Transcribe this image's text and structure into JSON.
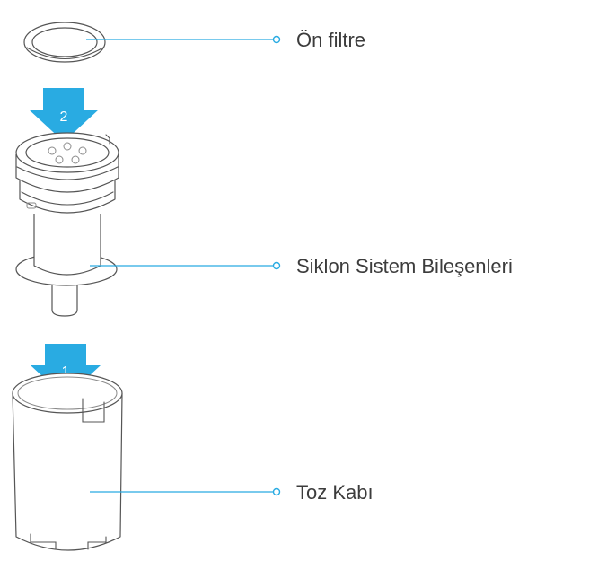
{
  "colors": {
    "accent": "#29abe2",
    "outline": "#555555",
    "label": "#3c3c3c"
  },
  "callouts": {
    "pre_filter": "Ön filtre",
    "cyclone": "Siklon Sistem Bileşenleri",
    "dust_cup": "Toz Kabı"
  },
  "steps": {
    "first": "1",
    "second": "2"
  },
  "icons": {
    "step_arrow": "down-arrow-icon",
    "leader_end": "circle-dot-icon"
  }
}
